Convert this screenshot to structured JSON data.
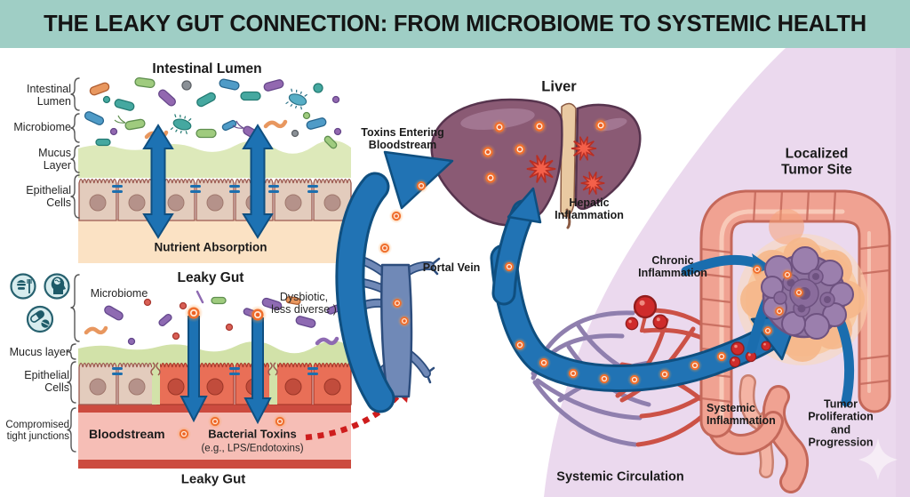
{
  "banner": {
    "title": "THE LEAKY GUT CONNECTION: FROM MICROBIOME TO SYSTEMIC HEALTH"
  },
  "healthy": {
    "heading": "Intestinal Lumen",
    "label_lumen": "Intestinal\nLumen",
    "label_microbiome": "Microbiome",
    "label_mucus": "Mucus\nLayer",
    "label_epithelial": "Epithelial\nCells",
    "caption": "Nutrient Absorption"
  },
  "leaky": {
    "heading": "Leaky Gut",
    "label_microbiome": "Microbiome",
    "label_dysbiotic": "Dysbiotic,\nless diverse )",
    "label_mucus": "Mucus layer",
    "label_epithelial": "Epithelial\nCells",
    "label_compromised": "Compromised\ntight junctions",
    "label_bloodstream": "Bloodstream",
    "label_toxins": "Bacterial Toxins",
    "label_toxins_sub": "(e.g., LPS/Endotoxins)",
    "bottom_caption": "Leaky Gut",
    "cause_icons": [
      "diet-icon",
      "stress-icon",
      "medication-icon"
    ]
  },
  "liver_section": {
    "heading": "Liver",
    "label_toxins_entering": "Toxins Entering\nBloodstream",
    "label_hepatic": "Hepatic\nInflammation",
    "label_portal": "Portal Vein"
  },
  "systemic_section": {
    "heading_tumor": "Localized\nTumor Site",
    "label_chronic": "Chronic\nInflammation",
    "label_systemic_inflammation": "Systemic\nInflammation",
    "label_tumor_prolif": "Tumor Proliferation\nand Progression",
    "label_circulation": "Systemic Circulation"
  },
  "colors": {
    "banner_teal": "#9fcec5",
    "lavender_bg": "#ebd9ee",
    "arrow_blue": "#1d72b3",
    "toxin_orange": "#ee6f2e",
    "inflammation_red": "#e2473a",
    "liver_mauve": "#8a5a74",
    "vessel_purple": "#8f7fae",
    "vessel_red": "#cc5146",
    "colon_salmon": "#f0a292",
    "tumor_purple": "#9b7fad",
    "mucus_green": "#dde9ba",
    "bloodstream_pink": "#f6beb6"
  }
}
